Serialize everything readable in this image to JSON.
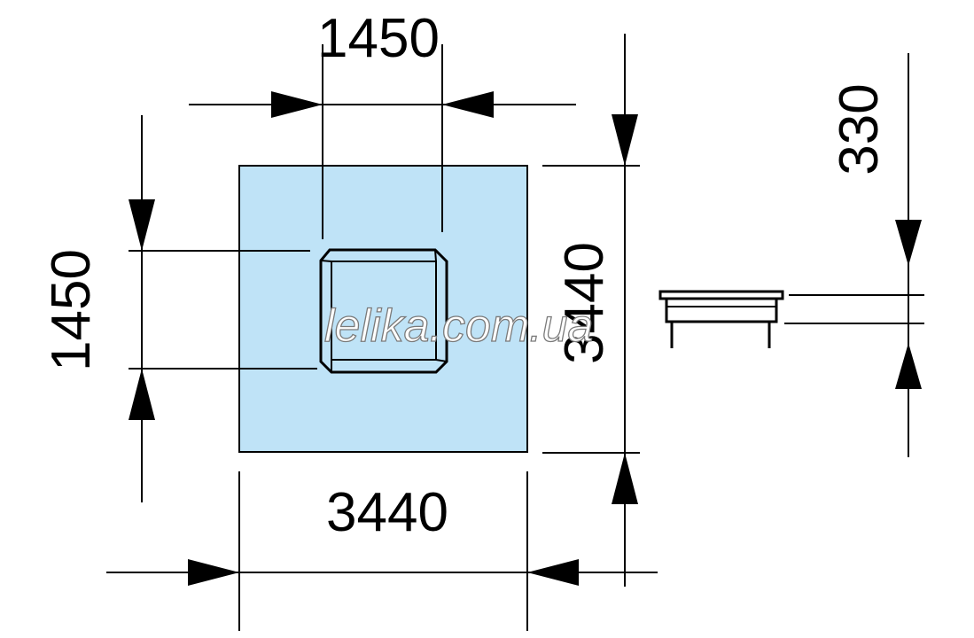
{
  "diagram": {
    "dimensions": {
      "top_opening_width": "1450",
      "left_opening_height": "1450",
      "overall_width": "3440",
      "overall_depth": "3440",
      "height": "330"
    },
    "watermark": "lelika.com.ua",
    "colors": {
      "pad_fill": "#bfe3f7",
      "line": "#000000"
    }
  }
}
